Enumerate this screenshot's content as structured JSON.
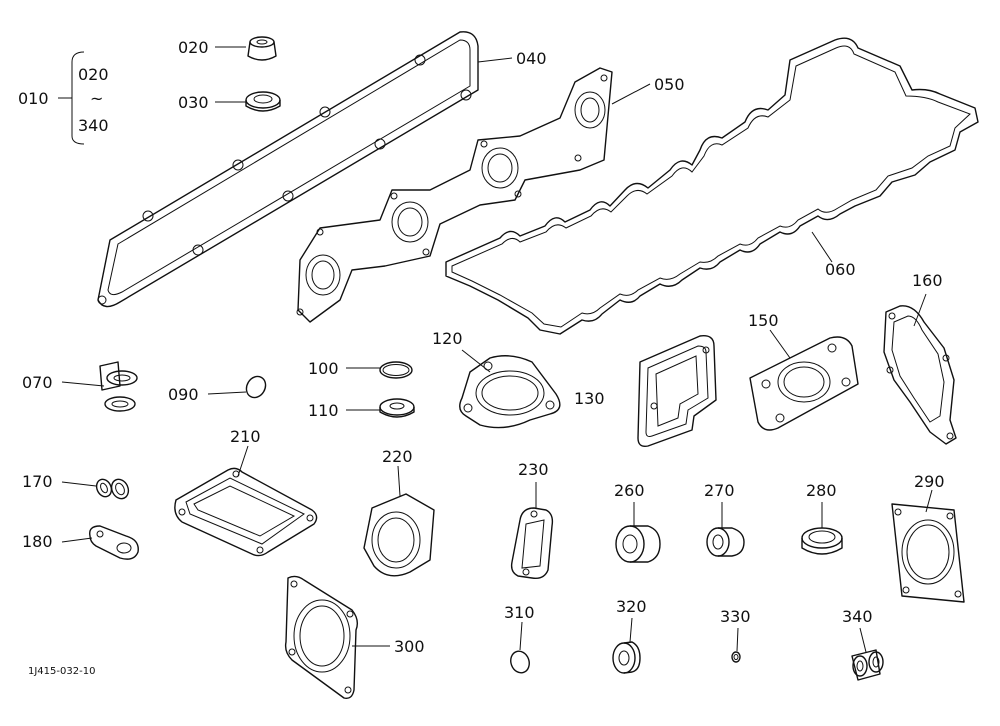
{
  "diagram": {
    "set_label": "010",
    "set_from": "020",
    "set_tilde": "~",
    "set_to": "340",
    "reference_code": "1J415-032-10",
    "callouts": [
      "020",
      "030",
      "040",
      "050",
      "060",
      "070",
      "090",
      "100",
      "110",
      "120",
      "130",
      "150",
      "160",
      "170",
      "180",
      "210",
      "220",
      "230",
      "260",
      "270",
      "280",
      "290",
      "300",
      "310",
      "320",
      "330",
      "340"
    ]
  }
}
